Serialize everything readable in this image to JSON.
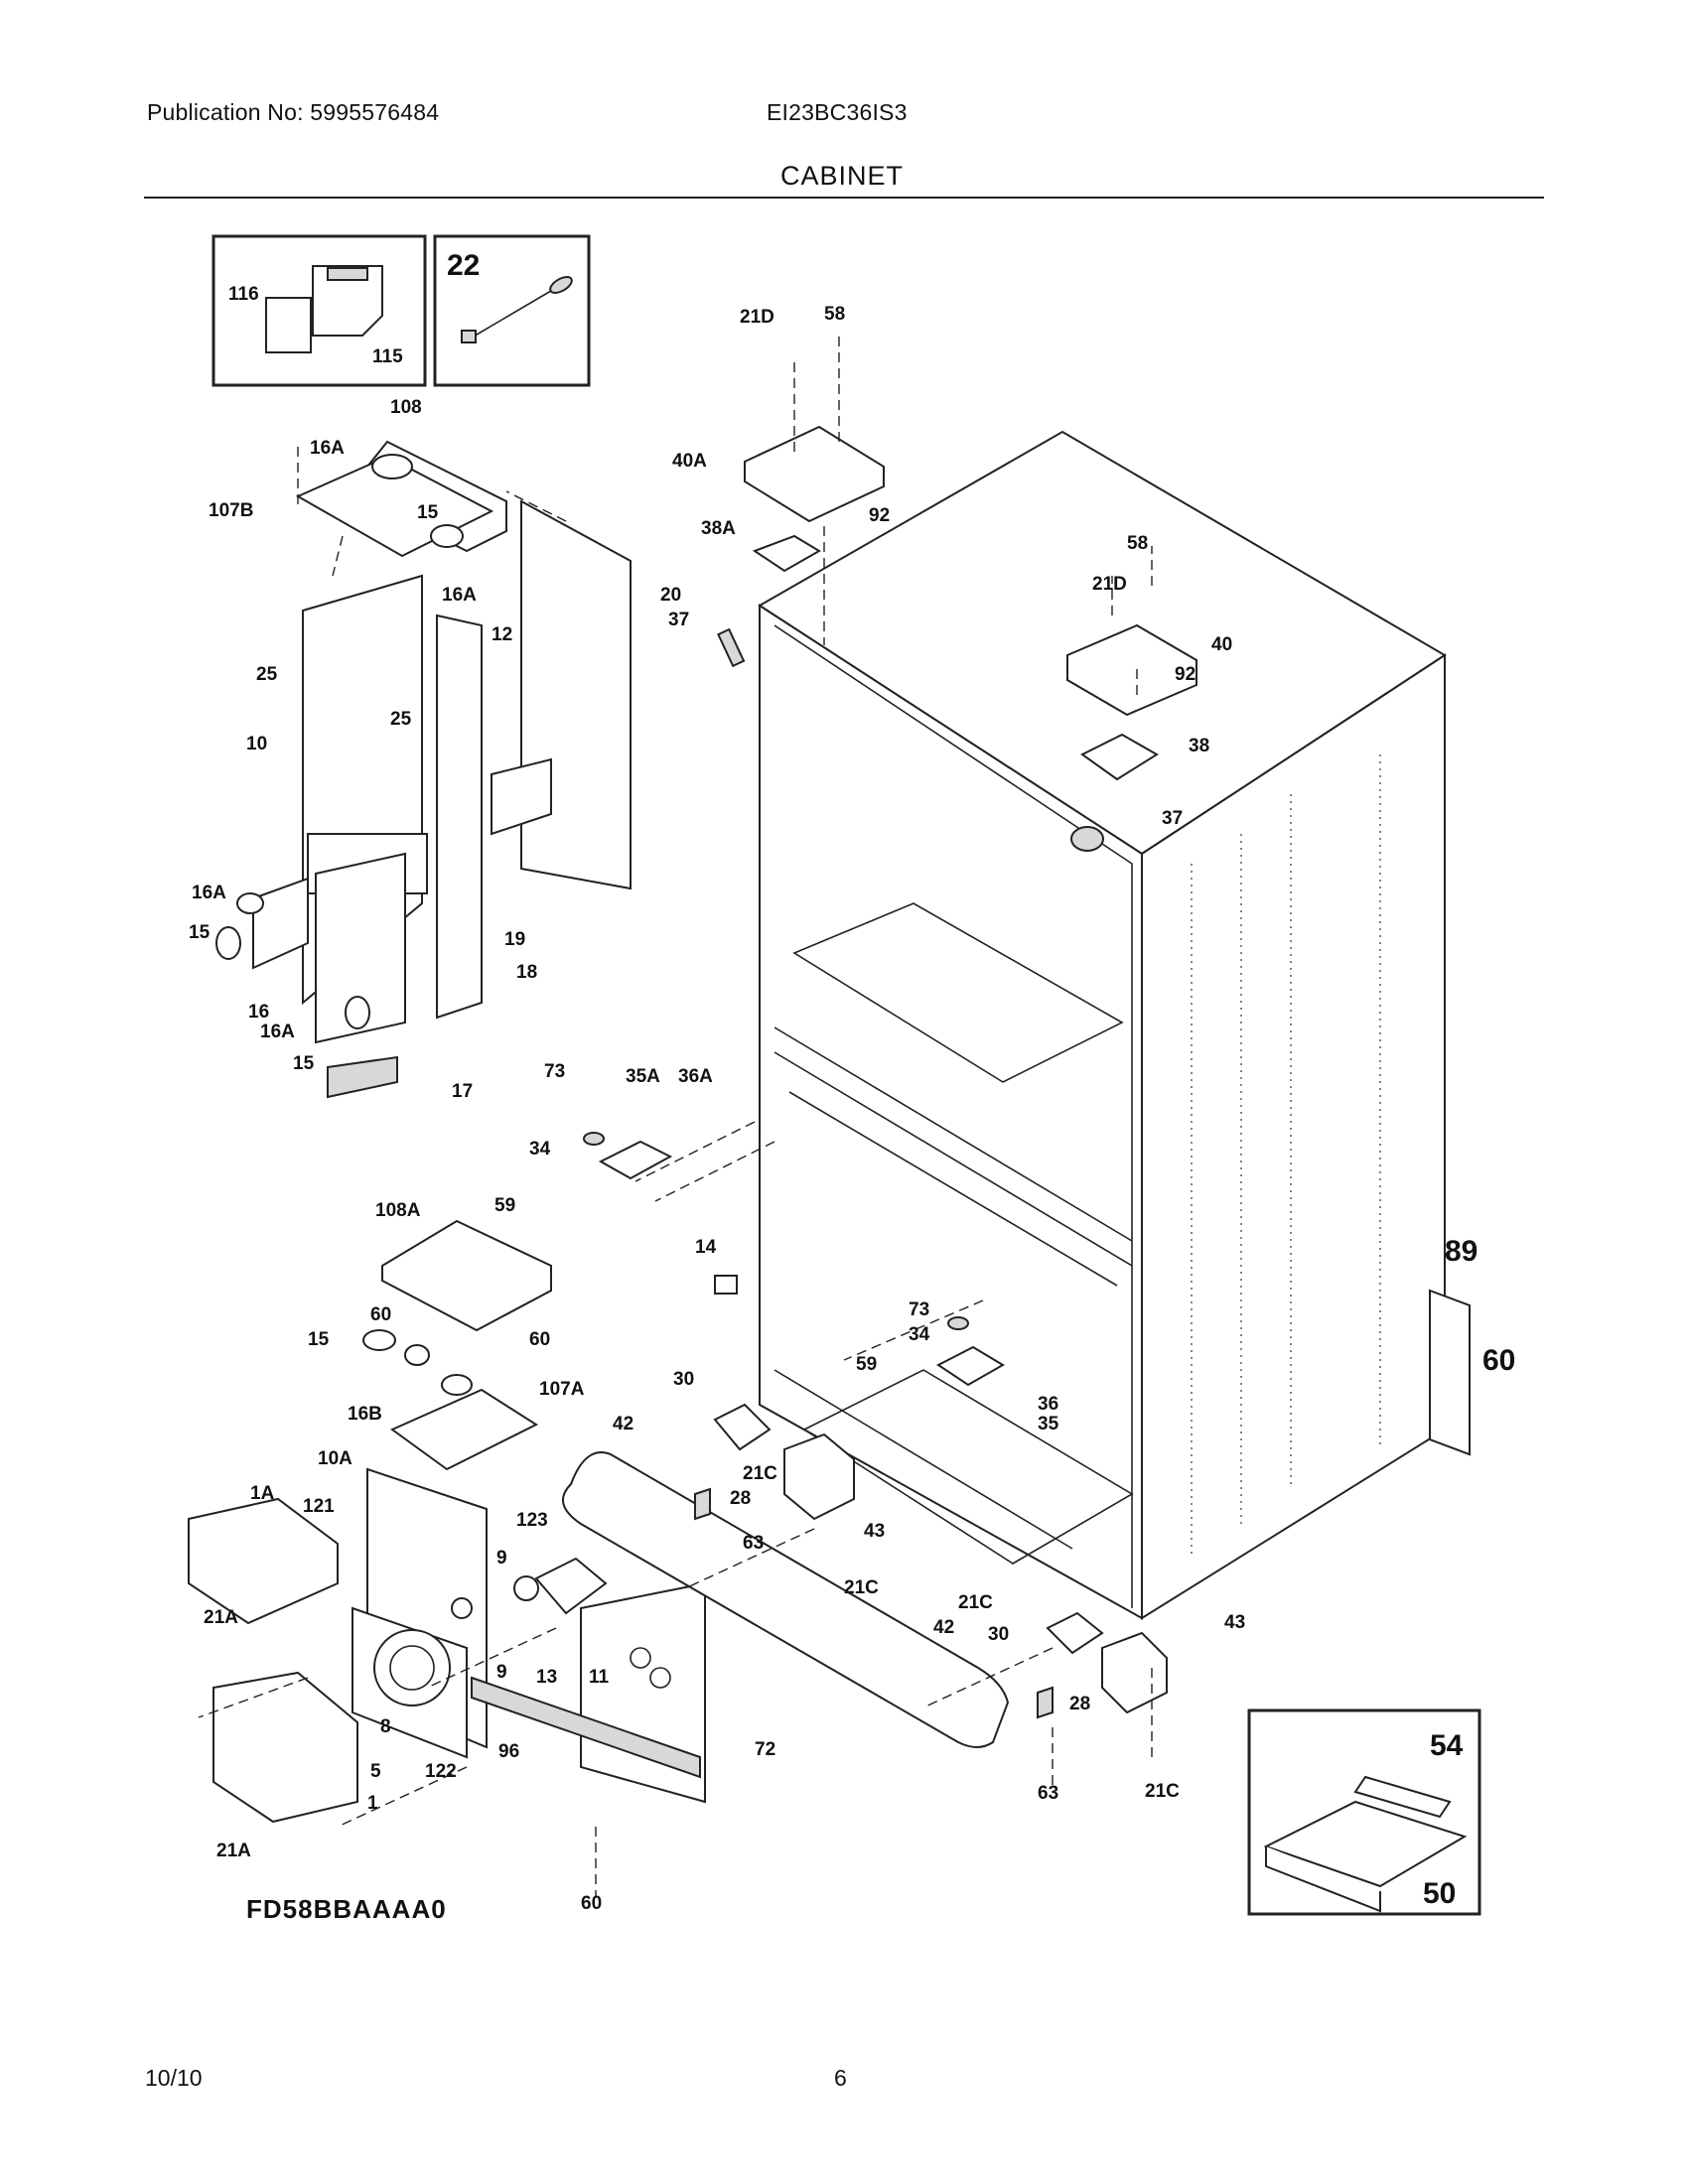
{
  "header": {
    "publication": "Publication No: 5995576484",
    "model": "EI23BC36IS3",
    "section": "CABINET"
  },
  "footer": {
    "diagram_code": "FD58BBAAAA0",
    "date": "10/10",
    "page": "6"
  },
  "callouts": [
    "116",
    "115",
    "22",
    "108",
    "16A",
    "107B",
    "15",
    "16A",
    "20",
    "12",
    "25",
    "25",
    "10",
    "37",
    "21D",
    "58",
    "40A",
    "92",
    "38A",
    "58",
    "21D",
    "40",
    "92",
    "38",
    "37",
    "16A",
    "15",
    "19",
    "18",
    "16",
    "16A",
    "15",
    "17",
    "73",
    "35A",
    "36A",
    "34",
    "59",
    "14",
    "108A",
    "60",
    "15",
    "60",
    "16B",
    "107A",
    "89",
    "60",
    "73",
    "34",
    "59",
    "36",
    "35",
    "30",
    "42",
    "21C",
    "28",
    "63",
    "43",
    "21C",
    "10A",
    "1A",
    "121",
    "123",
    "9",
    "21A",
    "13",
    "9",
    "11",
    "8",
    "5",
    "122",
    "96",
    "1",
    "21A",
    "60",
    "72",
    "21C",
    "42",
    "30",
    "43",
    "28",
    "63",
    "21C",
    "54",
    "50"
  ]
}
